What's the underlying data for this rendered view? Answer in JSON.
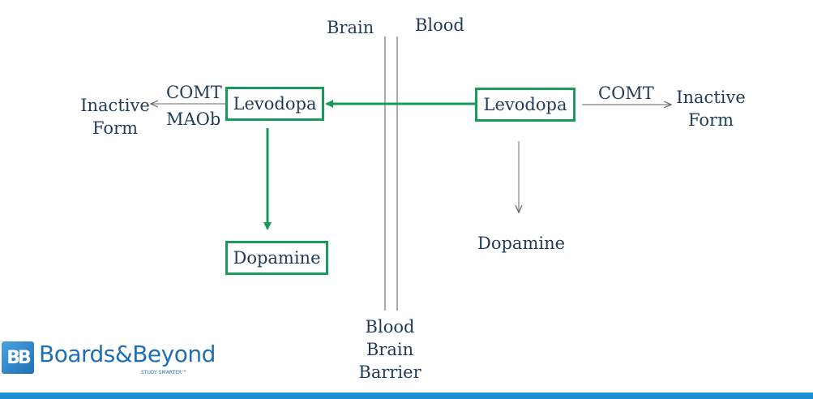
{
  "regions": {
    "brain": "Brain",
    "blood": "Blood"
  },
  "barrier": {
    "line1": "Blood",
    "line2": "Brain",
    "line3": "Barrier"
  },
  "brain_side": {
    "levodopa": "Levodopa",
    "dopamine": "Dopamine",
    "enzyme1": "COMT",
    "enzyme2": "MAOb",
    "inactive_line1": "Inactive",
    "inactive_line2": "Form"
  },
  "blood_side": {
    "levodopa": "Levodopa",
    "dopamine": "Dopamine",
    "enzyme": "COMT",
    "inactive_line1": "Inactive",
    "inactive_line2": "Form"
  },
  "logo": {
    "badge": "BB",
    "name": "Boards&Beyond",
    "tagline": "STUDY SMARTER™"
  },
  "colors": {
    "highlight": "#1a9a5a",
    "text": "#1f3b57",
    "arrow": "#666666",
    "brand": "#1f6fb5"
  }
}
